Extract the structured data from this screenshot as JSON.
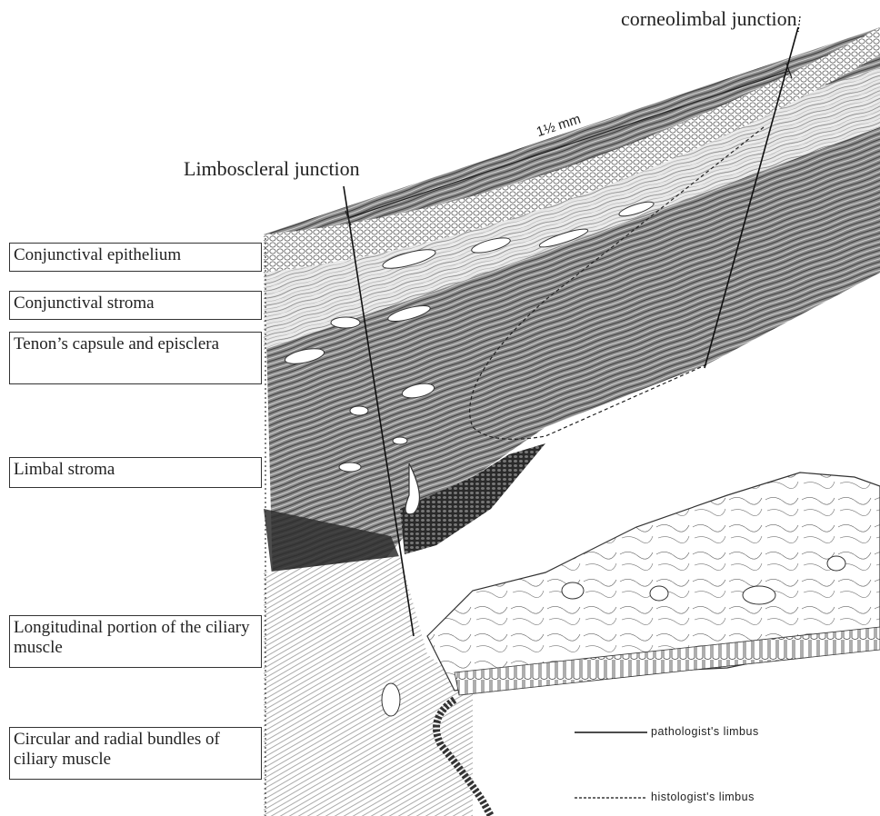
{
  "labels": {
    "corneolimbal": "corneolimbal junction",
    "limboscleral": "Limboscleral junction",
    "measurement": "1½ mm"
  },
  "layers": [
    "Conjunctival epithelium",
    "Conjunctival stroma",
    "Tenon’s capsule and episclera",
    "Limbal stroma",
    "Longitudinal portion of the ciliary muscle",
    "Circular and radial bundles of ciliary muscle"
  ],
  "legend": {
    "pathologist": "pathologist's limbus",
    "histologist": "histologist's limbus"
  },
  "colors": {
    "ink": "#1a1a1a",
    "tissue": "#5a5a5a"
  }
}
